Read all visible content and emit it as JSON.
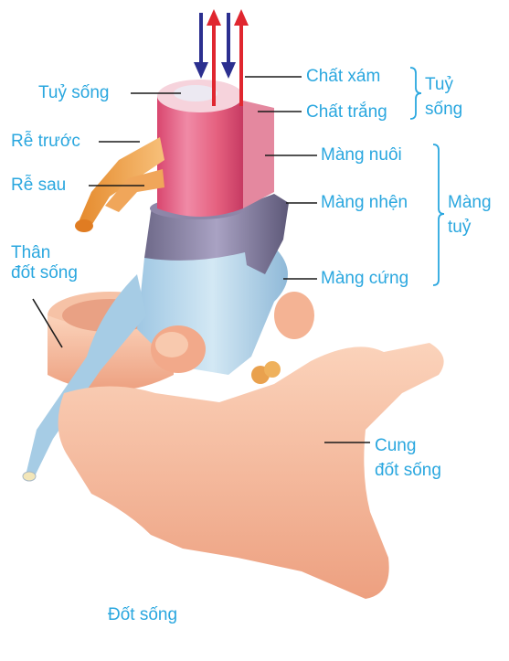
{
  "labels": {
    "tuy_song": "Tuỷ sống",
    "re_truoc": "Rễ trước",
    "re_sau": "Rễ sau",
    "than_dot_song": "Thân\nđốt sống",
    "chat_xam": "Chất xám",
    "chat_trang": "Chất trắng",
    "tuy_song_group": "Tuỷ\nsống",
    "mang_nuoi": "Màng nuôi",
    "mang_nhen": "Màng nhện",
    "mang_cung": "Màng cứng",
    "mang_tuy_group": "Màng\ntuỷ",
    "cung_dot_song": "Cung\nđốt sống",
    "dot_song": "Đốt sống"
  },
  "colors": {
    "label_text": "#2aa7df",
    "leader_line": "#1a1a1a",
    "arrow_down": "#2b2f8f",
    "arrow_up": "#e0262f",
    "bone": "#f4b79a",
    "cord": "#e8718f",
    "dura": "#b7d6ea",
    "arachnoid": "#8e86a8"
  }
}
